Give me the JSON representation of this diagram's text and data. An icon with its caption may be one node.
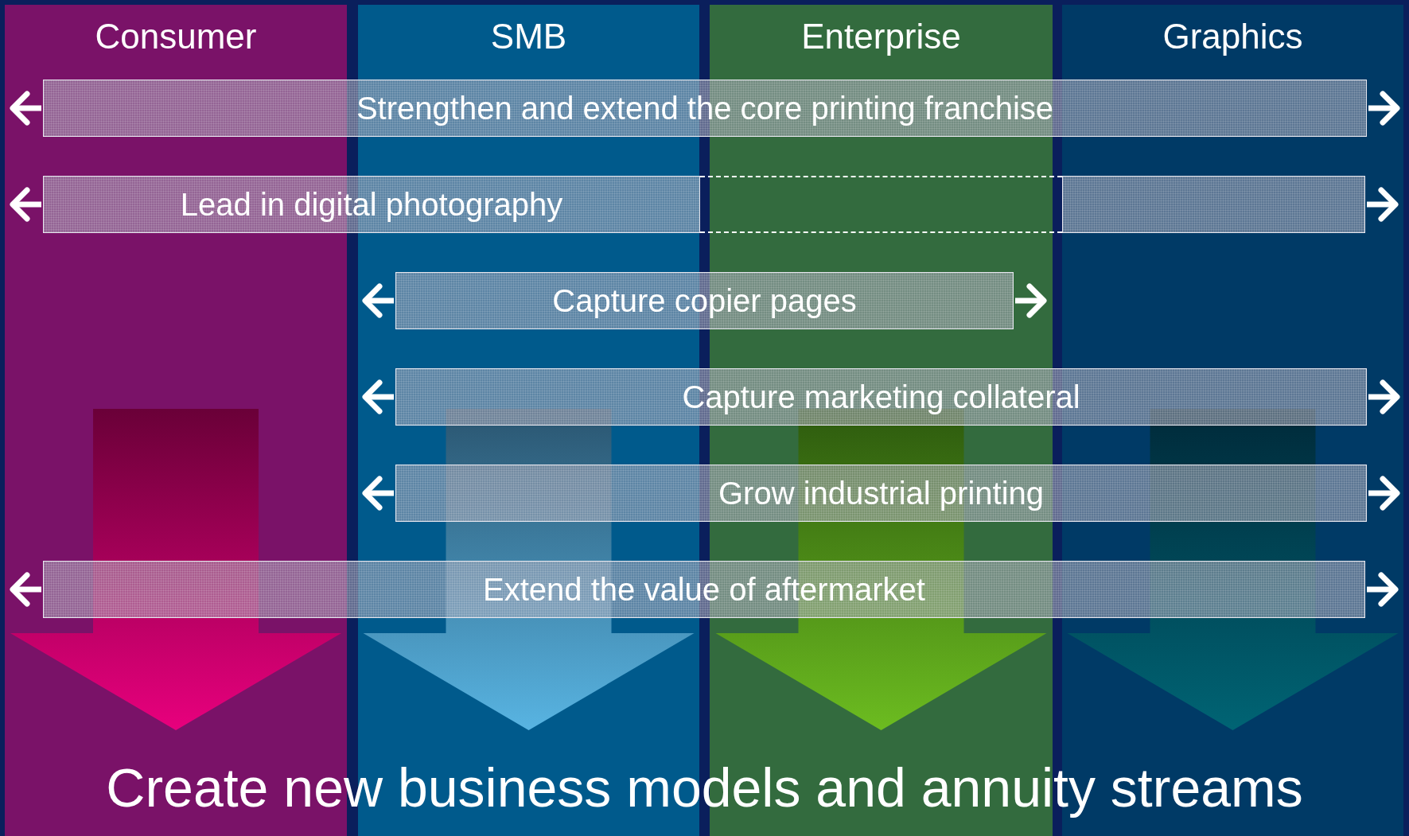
{
  "diagram": {
    "nodes": [
      {
        "text": [
          "Consumer"
        ]
      },
      {
        "text": [
          "SMB"
        ]
      },
      {
        "text": [
          "Enterprise"
        ]
      },
      {
        "text": [
          "Graphics"
        ]
      },
      {
        "text": [
          "Strengthen and extend the core printing franchise"
        ]
      },
      {
        "text": [
          "Lead in digital photography"
        ]
      },
      {
        "text": [],
        "shape": "box",
        "in": 2
      },
      {
        "text": [],
        "shape": "box",
        "in": 3
      },
      {
        "text": [
          "Capture copier pages"
        ]
      },
      {
        "text": [
          "Capture marketing collateral"
        ]
      },
      {
        "text": [
          "Grow industrial printing"
        ]
      },
      {
        "text": [
          "Extend the value of aftermarket"
        ]
      }
    ],
    "edges": [
      {
        "from": 4,
        "to": 0,
        "arrow": "to"
      },
      {
        "from": 4,
        "to": 3,
        "arrow": "to"
      },
      {
        "from": 5,
        "to": 0,
        "arrow": "to"
      },
      {
        "from": 7,
        "to": 3,
        "arrow": "to"
      },
      {
        "from": 8,
        "to": 1,
        "arrow": "to"
      },
      {
        "from": 8,
        "to": 2,
        "arrow": "to"
      },
      {
        "from": 9,
        "to": 1,
        "arrow": "to"
      },
      {
        "from": 9,
        "to": 3,
        "arrow": "to"
      },
      {
        "from": 10,
        "to": 1,
        "arrow": "to"
      },
      {
        "from": 10,
        "to": 3,
        "arrow": "to"
      },
      {
        "from": 11,
        "to": 0,
        "arrow": "to"
      },
      {
        "from": 11,
        "to": 3,
        "arrow": "to"
      }
    ],
    "labels": [
      "Create new business models and annuity streams"
    ]
  }
}
